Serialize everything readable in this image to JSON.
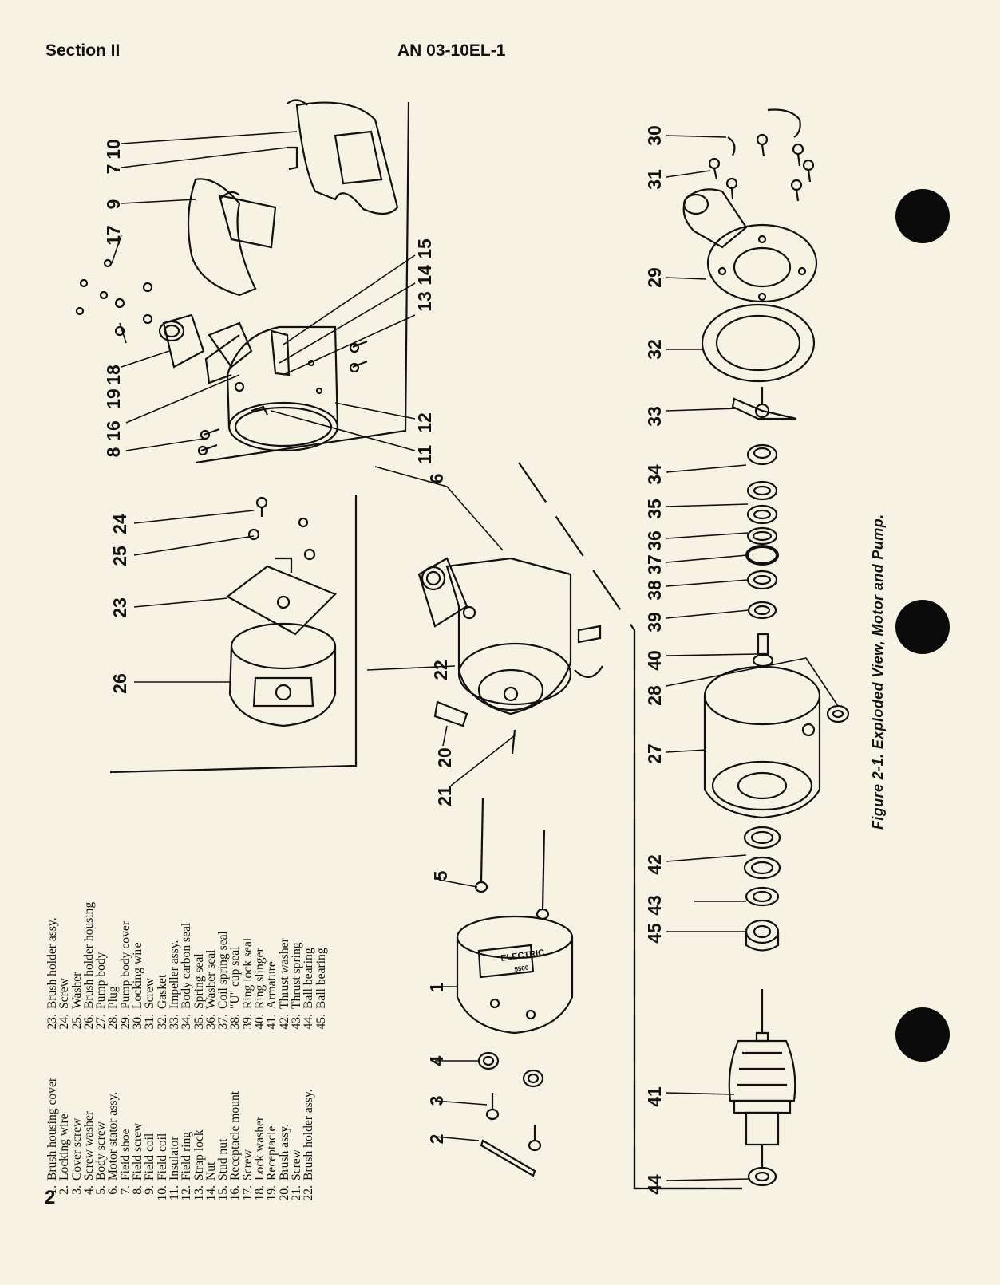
{
  "header": {
    "section": "Section II",
    "doc_number": "AN 03-10EL-1"
  },
  "page_number": "2",
  "figure_caption": "Figure 2-1. Exploded View, Motor and Pump.",
  "nameplate": {
    "brand": "ELECTRIC",
    "plate_text": "5500"
  },
  "legend": [
    {
      "num": "1.",
      "label": "Brush housing cover"
    },
    {
      "num": "2.",
      "label": "Locking wire"
    },
    {
      "num": "3.",
      "label": "Cover screw"
    },
    {
      "num": "4.",
      "label": "Screw washer"
    },
    {
      "num": "5.",
      "label": "Body screw"
    },
    {
      "num": "6.",
      "label": "Motor stator assy."
    },
    {
      "num": "7.",
      "label": "Field shoe"
    },
    {
      "num": "8.",
      "label": "Field screw"
    },
    {
      "num": "9.",
      "label": "Field coil"
    },
    {
      "num": "10.",
      "label": "Field coil"
    },
    {
      "num": "11.",
      "label": "Insulator"
    },
    {
      "num": "12.",
      "label": "Field ring"
    },
    {
      "num": "13.",
      "label": "Strap lock"
    },
    {
      "num": "14.",
      "label": "Nut"
    },
    {
      "num": "15.",
      "label": "Stud nut"
    },
    {
      "num": "16.",
      "label": "Receptacle mount"
    },
    {
      "num": "17.",
      "label": "Screw"
    },
    {
      "num": "18.",
      "label": "Lock washer"
    },
    {
      "num": "19.",
      "label": "Receptacle"
    },
    {
      "num": "20.",
      "label": "Brush assy."
    },
    {
      "num": "21.",
      "label": "Screw"
    },
    {
      "num": "22.",
      "label": "Brush holder assy."
    },
    {
      "num": "23.",
      "label": "Brush holder assy."
    },
    {
      "num": "24.",
      "label": "Screw"
    },
    {
      "num": "25.",
      "label": "Washer"
    },
    {
      "num": "26.",
      "label": "Brush holder housing"
    },
    {
      "num": "27.",
      "label": "Pump body"
    },
    {
      "num": "28.",
      "label": "Plug"
    },
    {
      "num": "29.",
      "label": "Pump body cover"
    },
    {
      "num": "30.",
      "label": "Locking wire"
    },
    {
      "num": "31.",
      "label": "Screw"
    },
    {
      "num": "32.",
      "label": "Gasket"
    },
    {
      "num": "33.",
      "label": "Impeller assy."
    },
    {
      "num": "34.",
      "label": "Body carbon seal"
    },
    {
      "num": "35.",
      "label": "Spring seal"
    },
    {
      "num": "36.",
      "label": "Washer seal"
    },
    {
      "num": "37.",
      "label": "Coil spring seal"
    },
    {
      "num": "38.",
      "label": "\"U\" cup seal"
    },
    {
      "num": "39.",
      "label": "Ring lock seal"
    },
    {
      "num": "40.",
      "label": "Ring slinger"
    },
    {
      "num": "41.",
      "label": "Armature"
    },
    {
      "num": "42.",
      "label": "Thrust washer"
    },
    {
      "num": "43.",
      "label": "Thrust spring"
    },
    {
      "num": "44.",
      "label": "Ball bearing"
    },
    {
      "num": "45.",
      "label": "Ball bearing"
    }
  ],
  "callouts": [
    {
      "text": "10"
    },
    {
      "text": "7"
    },
    {
      "text": "9"
    },
    {
      "text": "17"
    },
    {
      "text": "18"
    },
    {
      "text": "19"
    },
    {
      "text": "16"
    },
    {
      "text": "8"
    },
    {
      "text": "15"
    },
    {
      "text": "14"
    },
    {
      "text": "13"
    },
    {
      "text": "12"
    },
    {
      "text": "11"
    },
    {
      "text": "6"
    },
    {
      "text": "24"
    },
    {
      "text": "25"
    },
    {
      "text": "23"
    },
    {
      "text": "26"
    },
    {
      "text": "22"
    },
    {
      "text": "20"
    },
    {
      "text": "21"
    },
    {
      "text": "5"
    },
    {
      "text": "1"
    },
    {
      "text": "4"
    },
    {
      "text": "3"
    },
    {
      "text": "2"
    },
    {
      "text": "30"
    },
    {
      "text": "31"
    },
    {
      "text": "29"
    },
    {
      "text": "32"
    },
    {
      "text": "33"
    },
    {
      "text": "34"
    },
    {
      "text": "35"
    },
    {
      "text": "36"
    },
    {
      "text": "37"
    },
    {
      "text": "38"
    },
    {
      "text": "39"
    },
    {
      "text": "40"
    },
    {
      "text": "28"
    },
    {
      "text": "27"
    },
    {
      "text": "42"
    },
    {
      "text": "43"
    },
    {
      "text": "45"
    },
    {
      "text": "41"
    },
    {
      "text": "44"
    }
  ]
}
